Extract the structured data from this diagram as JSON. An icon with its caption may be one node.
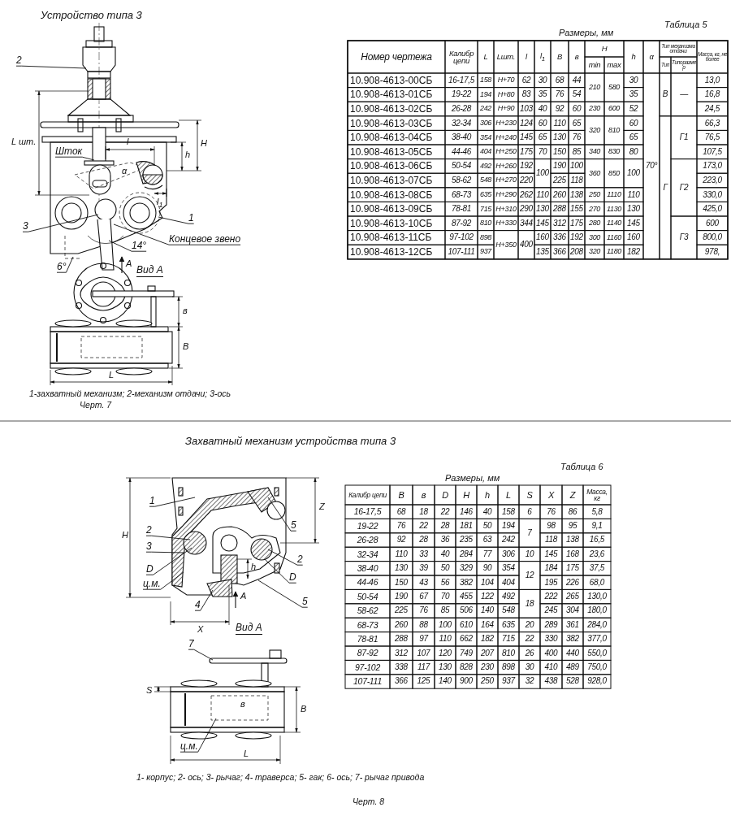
{
  "diagram": {
    "nodes": [
      {
        "text": [
          "2"
        ]
      },
      {
        "text": [
          "Шток"
        ]
      },
      {
        "text": [
          "3"
        ]
      },
      {
        "text": [
          "1"
        ]
      },
      {
        "text": [
          "Концевое звено"
        ]
      },
      {
        "text": [
          "14°"
        ]
      },
      {
        "text": [
          "6°"
        ]
      },
      {
        "text": [
          "1"
        ]
      },
      {
        "text": [
          "5"
        ]
      },
      {
        "text": [
          "2"
        ]
      },
      {
        "text": [
          "3"
        ]
      },
      {
        "text": [
          "2"
        ]
      },
      {
        "text": [
          "D"
        ]
      },
      {
        "text": [
          "D"
        ]
      },
      {
        "text": [
          "ц.м."
        ]
      },
      {
        "text": [
          "4"
        ]
      },
      {
        "text": [
          "5"
        ]
      },
      {
        "text": [
          "7"
        ]
      },
      {
        "text": [
          "ц.м."
        ]
      }
    ],
    "edges": [
      {
        "from": 0,
        "to": null,
        "arrow": "none"
      },
      {
        "from": 1,
        "to": null,
        "arrow": "none"
      },
      {
        "from": 2,
        "to": null,
        "arrow": "none"
      },
      {
        "from": 3,
        "to": null,
        "arrow": "none"
      },
      {
        "from": 4,
        "to": null,
        "arrow": "none"
      },
      {
        "from": 5,
        "to": null,
        "arrow": "none"
      },
      {
        "from": 6,
        "to": null,
        "arrow": "none"
      },
      {
        "from": 7,
        "to": null,
        "arrow": "none"
      },
      {
        "from": 8,
        "to": null,
        "arrow": "none"
      },
      {
        "from": 9,
        "to": null,
        "arrow": "none"
      },
      {
        "from": 10,
        "to": null,
        "arrow": "none"
      },
      {
        "from": 11,
        "to": null,
        "arrow": "none"
      },
      {
        "from": 12,
        "to": null,
        "arrow": "none"
      },
      {
        "from": 13,
        "to": null,
        "arrow": "none"
      },
      {
        "from": 14,
        "to": null,
        "arrow": "none"
      },
      {
        "from": 15,
        "to": null,
        "arrow": "none"
      },
      {
        "from": 16,
        "to": null,
        "arrow": "none"
      },
      {
        "from": 17,
        "to": null,
        "arrow": "none"
      },
      {
        "from": 18,
        "to": null,
        "arrow": "none"
      }
    ],
    "labels": [
      "Устройство типа 3",
      "L шт.",
      "l",
      "h",
      "H",
      "l$_{1}$",
      "α",
      "A",
      "Вид А",
      "в",
      "В",
      "L",
      "1-захватный механизм; 2-механизм отдачи; 3-ось",
      "Черт. 7",
      "Таблица 5",
      "Размеры, мм",
      "Номер чертежа",
      "Калибр цепи",
      "L",
      "Lшт.",
      "l",
      "l$_{1}$",
      "В",
      "в",
      "H",
      "h",
      "α",
      "Тип механизма отдачи",
      "Масса, кг, не более",
      "min",
      "max",
      "Тип",
      "Типоразмер",
      "10.908-4613-00СБ",
      "16-17,5",
      "158",
      "H+70",
      "62",
      "30",
      "68",
      "44",
      "210",
      "580",
      "30",
      "70°",
      "В",
      "—",
      "13,0",
      "10.908-4613-01СБ",
      "19-22",
      "194",
      "H+80",
      "83",
      "35",
      "76",
      "54",
      "35",
      "16,8",
      "10.908-4613-02СБ",
      "26-28",
      "242",
      "H+90",
      "103",
      "40",
      "92",
      "60",
      "230",
      "600",
      "52",
      "24,5",
      "10.908-4613-03СБ",
      "32-34",
      "306",
      "H+230",
      "124",
      "60",
      "110",
      "65",
      "320",
      "810",
      "60",
      "Г",
      "Г1",
      "66,3",
      "10.908-4613-04СБ",
      "38-40",
      "354",
      "H+240",
      "145",
      "65",
      "130",
      "76",
      "65",
      "76,5",
      "10.908-4613-05СБ",
      "44-46",
      "404",
      "H+250",
      "175",
      "70",
      "150",
      "85",
      "340",
      "830",
      "80",
      "107,5",
      "10.908-4613-06СБ",
      "50-54",
      "492",
      "H+260",
      "192",
      "100",
      "190",
      "100",
      "360",
      "850",
      "100",
      "Г2",
      "173,0",
      "10.908-4613-07СБ",
      "58-62",
      "548",
      "H+270",
      "220",
      "225",
      "118",
      "223,0",
      "10.908-4613-08СБ",
      "68-73",
      "635",
      "H+290",
      "262",
      "110",
      "260",
      "138",
      "250",
      "1110",
      "110",
      "330,0",
      "10.908-4613-09СБ",
      "78-81",
      "715",
      "H+310",
      "290",
      "130",
      "288",
      "155",
      "270",
      "1130",
      "130",
      "425,0",
      "10.908-4613-10СБ",
      "87-92",
      "810",
      "H+330",
      "344",
      "145",
      "312",
      "175",
      "280",
      "1140",
      "145",
      "Г3",
      "600",
      "10.908-4613-11СБ",
      "97-102",
      "898",
      "H+350",
      "400",
      "160",
      "336",
      "192",
      "300",
      "1160",
      "160",
      "800,0",
      "10.908-4613-12СБ",
      "107-111",
      "937",
      "135",
      "366",
      "208",
      "320",
      "1180",
      "182",
      "978,",
      "Захватный механизм устройства типа 3",
      "H",
      "Z",
      "h",
      "A",
      "X",
      "Вид А",
      "S",
      "В",
      "в",
      "L",
      "1- корпус; 2- ось; 3- рычаг; 4- траверса; 5- гак; 6- ось; 7- рычаг привода",
      "Черт. 8",
      "Таблица 6",
      "Размеры, мм",
      "Калибр цепи",
      "В",
      "в",
      "D",
      "H",
      "h",
      "L",
      "S",
      "X",
      "Z",
      "Масса, кг",
      "16-17,5",
      "68",
      "18",
      "22",
      "146",
      "40",
      "158",
      "6",
      "76",
      "86",
      "5,8",
      "19-22",
      "76",
      "22",
      "28",
      "181",
      "50",
      "194",
      "7",
      "98",
      "95",
      "9,1",
      "26-28",
      "92",
      "28",
      "36",
      "235",
      "63",
      "242",
      "118",
      "138",
      "16,5",
      "32-34",
      "110",
      "33",
      "40",
      "284",
      "77",
      "306",
      "10",
      "145",
      "168",
      "23,6",
      "38-40",
      "130",
      "39",
      "50",
      "329",
      "90",
      "354",
      "12",
      "184",
      "175",
      "37,5",
      "44-46",
      "150",
      "43",
      "56",
      "382",
      "104",
      "404",
      "195",
      "226",
      "68,0",
      "50-54",
      "190",
      "67",
      "70",
      "455",
      "122",
      "492",
      "18",
      "222",
      "265",
      "130,0",
      "58-62",
      "225",
      "76",
      "85",
      "506",
      "140",
      "548",
      "245",
      "304",
      "180,0",
      "68-73",
      "260",
      "88",
      "100",
      "610",
      "164",
      "635",
      "20",
      "289",
      "361",
      "284,0",
      "78-81",
      "288",
      "97",
      "110",
      "662",
      "182",
      "715",
      "22",
      "330",
      "382",
      "377,0",
      "87-92",
      "312",
      "107",
      "120",
      "749",
      "207",
      "810",
      "26",
      "400",
      "440",
      "550,0",
      "97-102",
      "338",
      "117",
      "130",
      "828",
      "230",
      "898",
      "30",
      "410",
      "489",
      "750,0",
      "107-111",
      "366",
      "125",
      "140",
      "900",
      "250",
      "937",
      "32",
      "438",
      "528",
      "928,0"
    ]
  }
}
